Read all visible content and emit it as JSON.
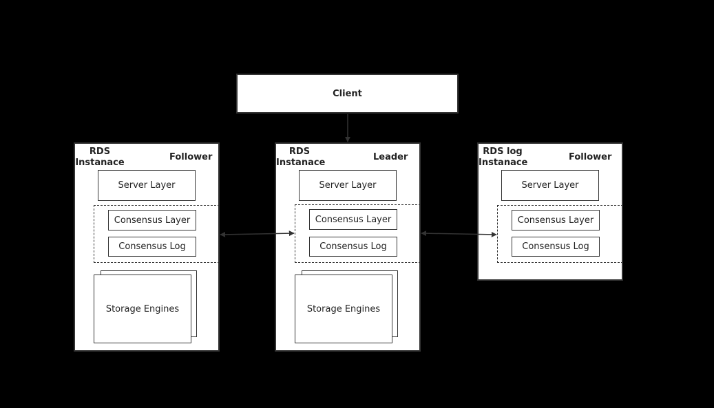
{
  "client": {
    "label": "Client"
  },
  "left": {
    "title": "RDS\nInstanace",
    "role": "Follower",
    "server": "Server Layer",
    "consensus_layer": "Consensus Layer",
    "consensus_log": "Consensus Log",
    "storage": "Storage Engines"
  },
  "center": {
    "title": "RDS\nInstanace",
    "role": "Leader",
    "server": "Server Layer",
    "consensus_layer": "Consensus Layer",
    "consensus_log": "Consensus Log",
    "storage": "Storage Engines"
  },
  "right": {
    "title": "RDS log\nInstanace",
    "role": "Follower",
    "server": "Server Layer",
    "consensus_layer": "Consensus Layer",
    "consensus_log": "Consensus Log"
  },
  "colors": {
    "background": "#000000",
    "box_fill": "#ffffff",
    "stroke": "#333333"
  }
}
